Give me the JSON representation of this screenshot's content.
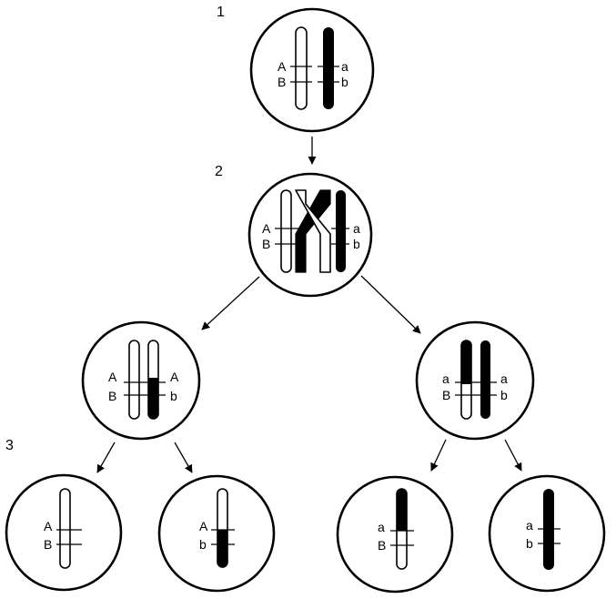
{
  "steps": {
    "s1": "1",
    "s2": "2",
    "s3": "3"
  },
  "colors": {
    "ink": "#000000",
    "paper": "#ffffff"
  },
  "cells": {
    "c1": {
      "left": [
        "A",
        "B"
      ],
      "right": [
        "a",
        "b"
      ]
    },
    "c2": {
      "left": [
        "A",
        "B"
      ],
      "right": [
        "a",
        "b"
      ]
    },
    "c3l": {
      "left": [
        "A",
        "B"
      ],
      "right": [
        "A",
        "b"
      ]
    },
    "c3r": {
      "left": [
        "a",
        "B"
      ],
      "right": [
        "a",
        "b"
      ]
    },
    "g1": {
      "left": [
        "A",
        "B"
      ]
    },
    "g2": {
      "left": [
        "A",
        "b"
      ]
    },
    "g3": {
      "left": [
        "a",
        "B"
      ]
    },
    "g4": {
      "left": [
        "a",
        "b"
      ]
    }
  }
}
